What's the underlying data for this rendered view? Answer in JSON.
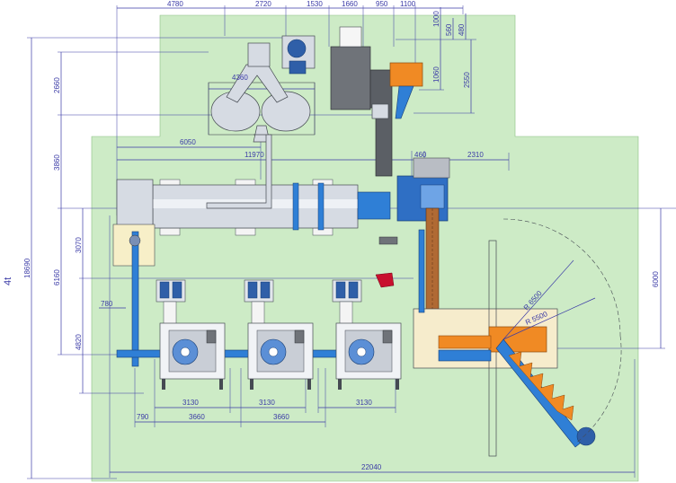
{
  "drawing": {
    "side_label": "4t",
    "colors": {
      "background": "#ffffff",
      "site_area": "#cdebc6",
      "dimension": "#3a3aa6",
      "pipe": "#2f7fd6",
      "conveyor": "#b06a34",
      "hopper": "#f08a24",
      "equipment_steel": "#d6dbe3",
      "dark_equipment": "#6f7379",
      "radius_line": "#3a3aa6"
    }
  },
  "dimensions": {
    "top": [
      "4780",
      "2720",
      "1530",
      "1660",
      "950",
      "1100"
    ],
    "right_vertical": [
      "1000",
      "560",
      "480",
      "1060",
      "2550"
    ],
    "left_vertical": [
      "2660",
      "3860",
      "18690",
      "3070",
      "6160",
      "4820"
    ],
    "internal": [
      "4360",
      "6050",
      "11970",
      "460",
      "2310",
      "780",
      "6000"
    ],
    "bottom": [
      "3130",
      "3130",
      "3130",
      "790",
      "3660",
      "3660",
      "22040"
    ],
    "radii": [
      "R 6500",
      "R 5500"
    ]
  }
}
